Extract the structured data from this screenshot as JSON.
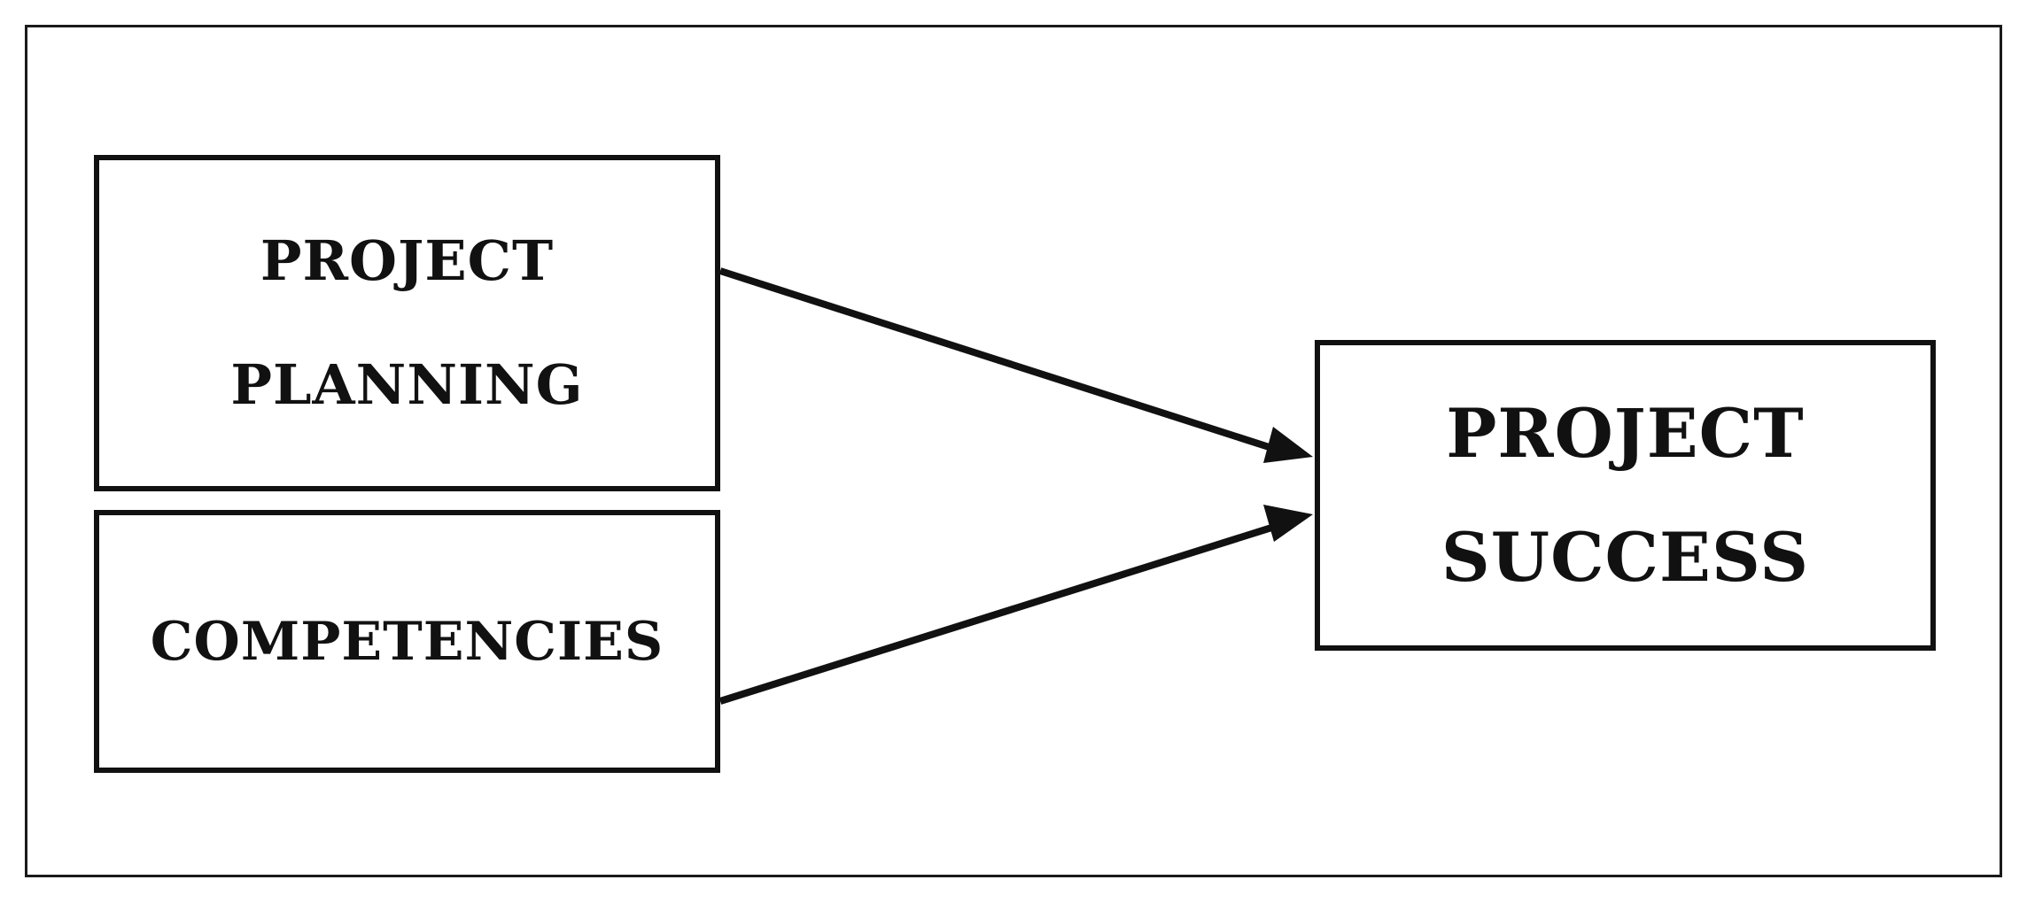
{
  "diagram": {
    "nodes": {
      "planning": {
        "lines": [
          "PROJECT",
          "PLANNING"
        ]
      },
      "competencies": {
        "lines": [
          "COMPETENCIES"
        ]
      },
      "success": {
        "lines": [
          "PROJECT",
          "SUCCESS"
        ]
      }
    },
    "edges": [
      {
        "from": "planning",
        "to": "success"
      },
      {
        "from": "competencies",
        "to": "success"
      }
    ],
    "colors": {
      "stroke": "#111111",
      "background": "#ffffff"
    }
  }
}
